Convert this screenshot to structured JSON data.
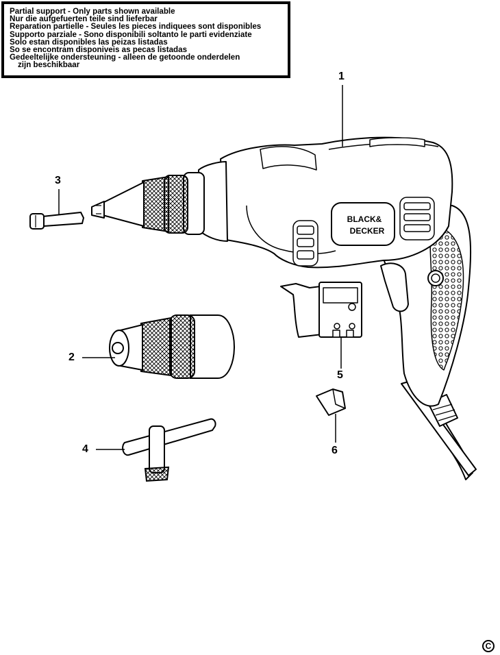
{
  "notice": {
    "lines": [
      "Partial support - Only parts shown available",
      "Nur die aufgefuerten teile sind lieferbar",
      "Reparation partielle - Seules les pieces indiquees sont disponibles",
      "Supporto parziale - Sono disponibili soltanto le parti evidenziate",
      "Solo estan disponibles las peizas listadas",
      "So se encontram disponiveis as pecas listadas",
      "Gedeeltelijke ondersteuning - alleen de getoonde onderdelen",
      "zijn beschikbaar"
    ]
  },
  "callouts": {
    "part_1": "1",
    "part_2": "2",
    "part_3": "3",
    "part_4": "4",
    "part_5": "5",
    "part_6": "6"
  },
  "brand": {
    "line1": "BLACK&",
    "line2": "DECKER"
  },
  "copyright_symbol": "C"
}
